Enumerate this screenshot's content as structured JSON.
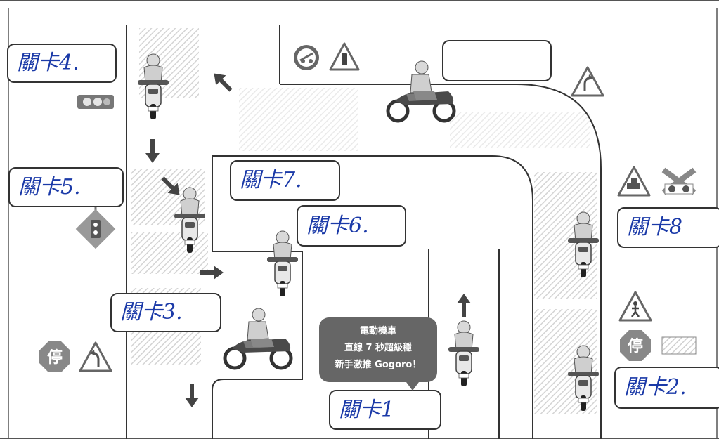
{
  "labels": {
    "stage1": "關卡1",
    "stage2": "關卡2.",
    "stage3": "關卡3.",
    "stage4": "關卡4.",
    "stage5": "關卡5.",
    "stage6": "關卡6.",
    "stage7": "關卡7.",
    "stage8": "關卡8"
  },
  "bubble": {
    "line1": "電動機車",
    "line2": "直線 7 秒超級穩",
    "line3": "新手激推 Gogoro！"
  },
  "signs": {
    "stop_text": "停"
  },
  "colors": {
    "road_line": "#333333",
    "sign_gray": "#888888",
    "ink_blue": "#1b3aa8",
    "bubble_bg": "#666666"
  },
  "icons": [
    "traffic-light-icon",
    "warning-triangle-icon",
    "curve-right-sign-icon",
    "curve-left-sign-icon",
    "stop-sign-icon",
    "railroad-crossing-icon",
    "pedestrian-sign-icon",
    "arrow-icon",
    "scooter-icon",
    "no-scooter-sign-icon"
  ]
}
